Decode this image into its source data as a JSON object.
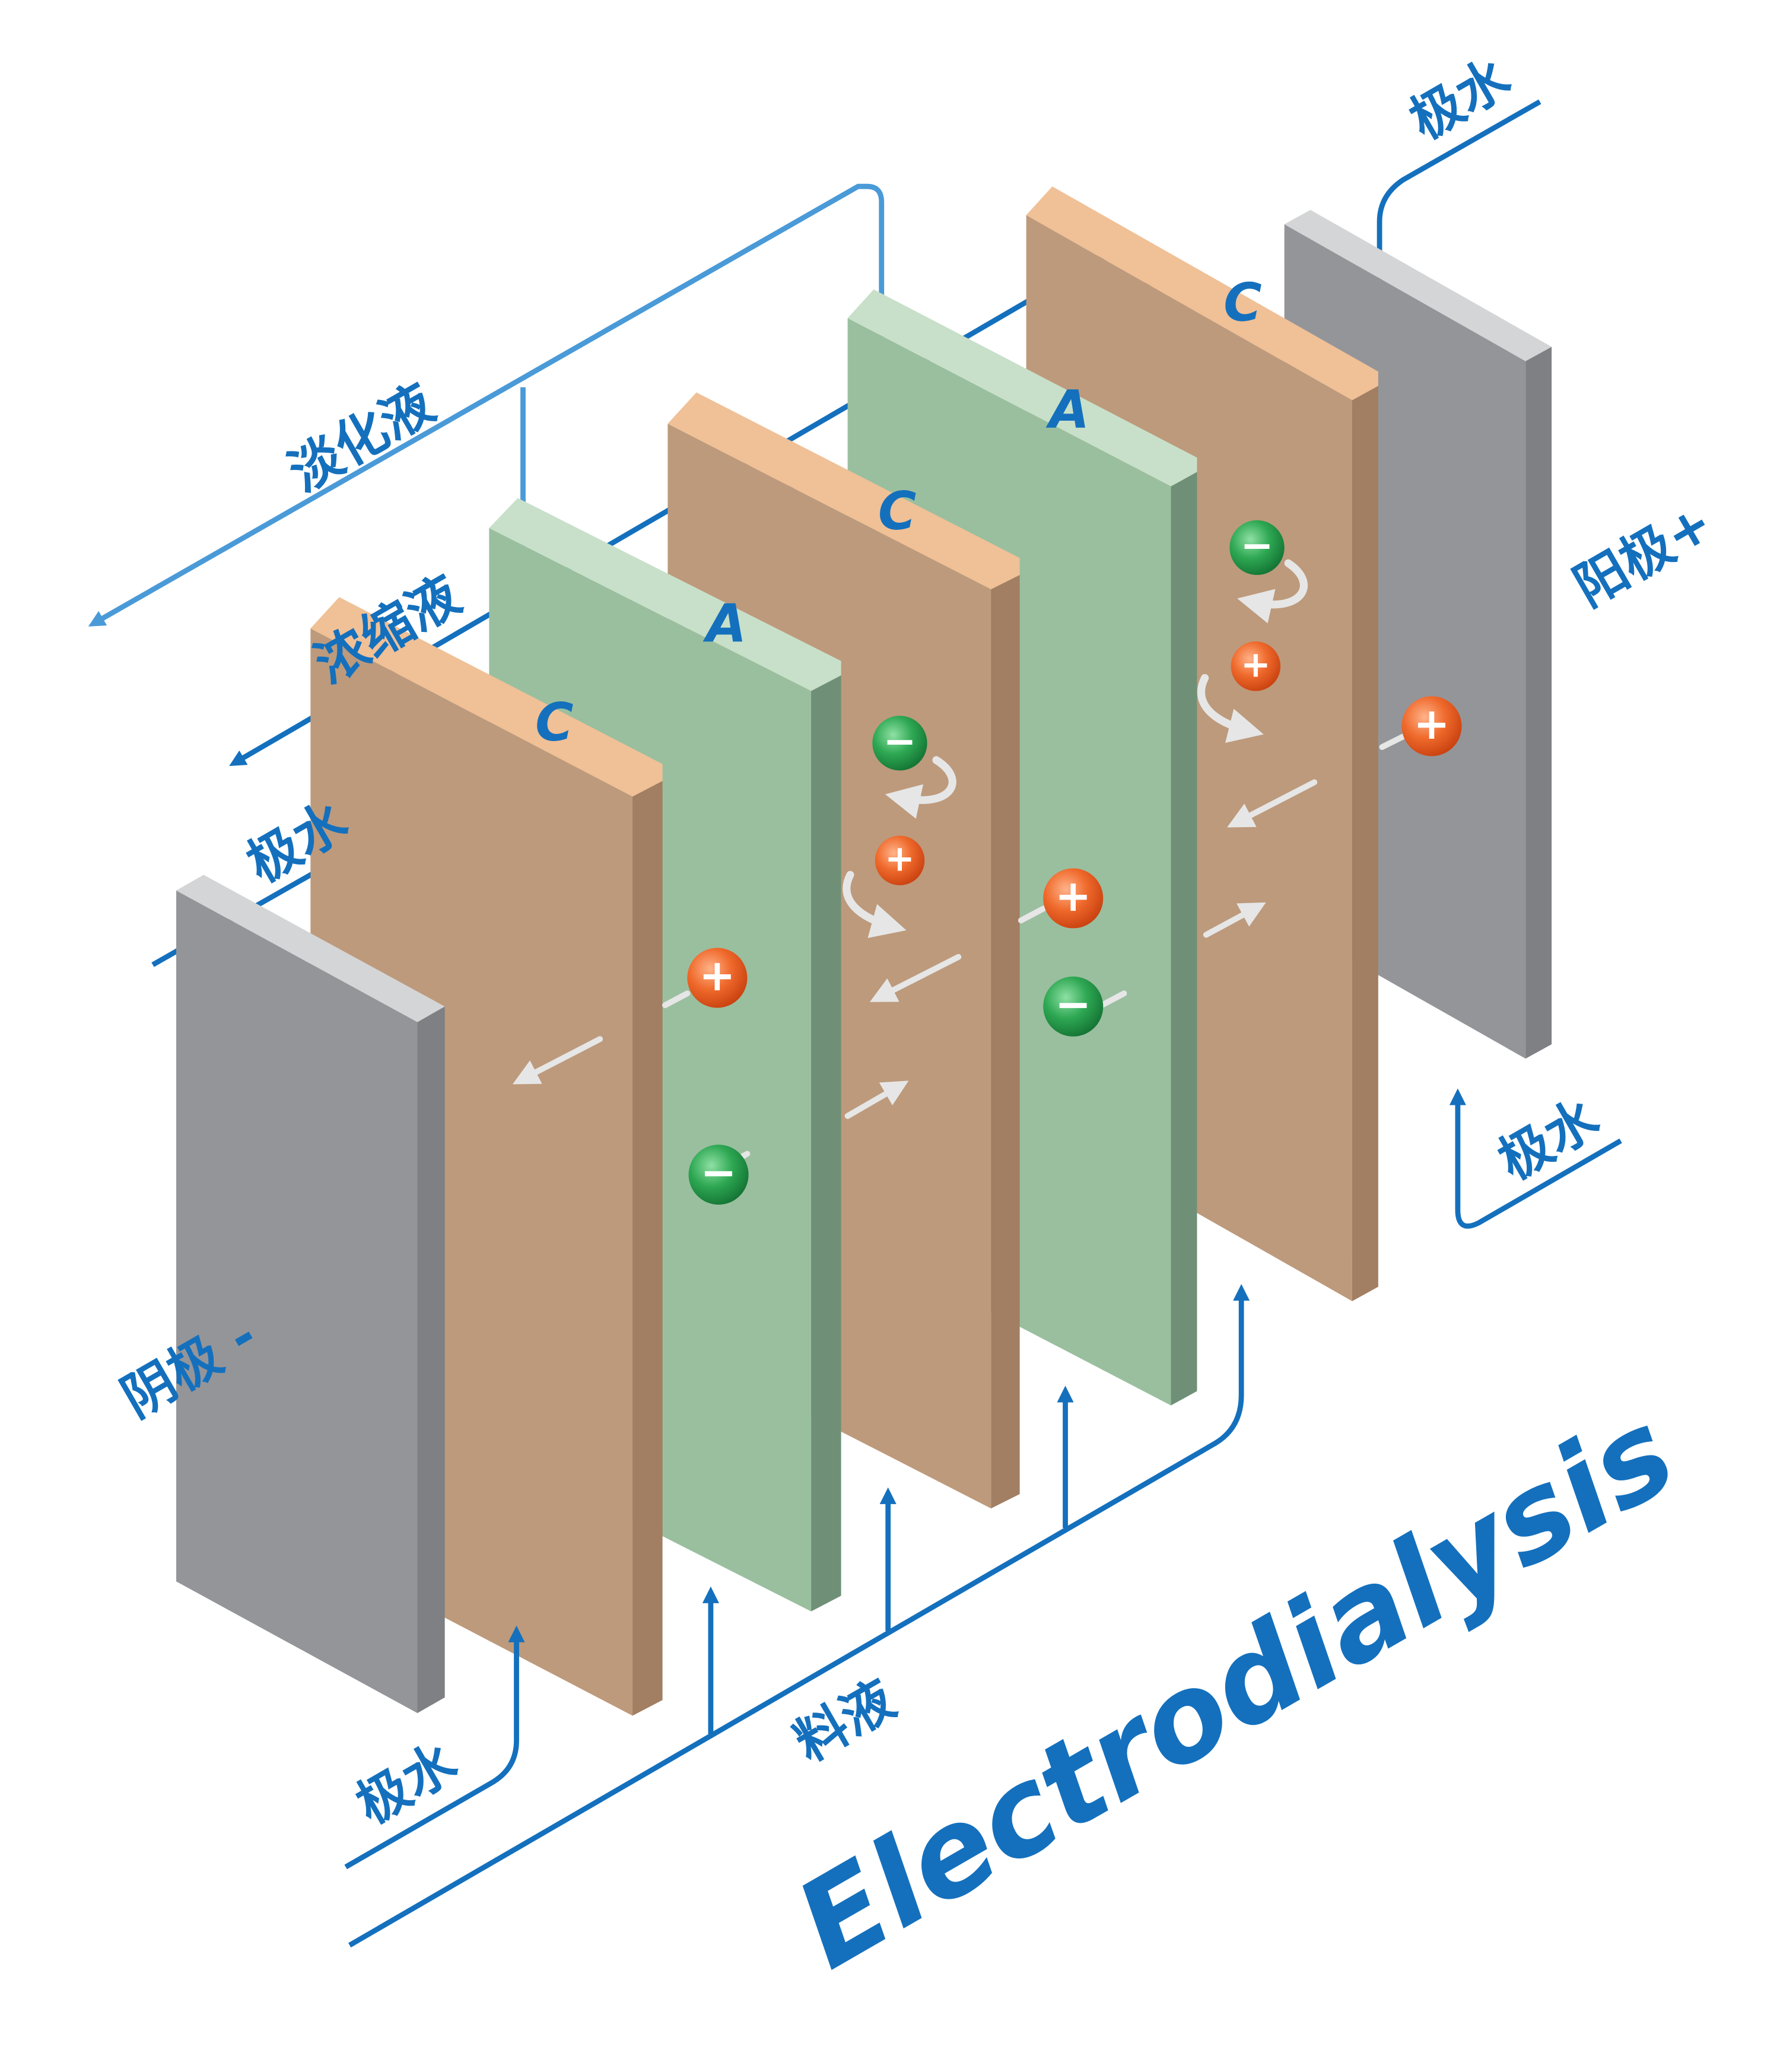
{
  "title": "Electrodialysis",
  "labels": {
    "dilute": "淡化液",
    "concentrate": "浓缩液",
    "feed": "料液",
    "anode": "阳极+",
    "cathode": "阴极 -",
    "electrode_water": "极水"
  },
  "membranes": {
    "cation": "C",
    "anion": "A"
  },
  "ions": {
    "cation": "+",
    "anion": "−"
  },
  "colors": {
    "flow": "#1470bd",
    "flow_light": "#4a9ad8",
    "cation_membrane": "#bd9a7c",
    "anion_membrane": "#9abf9f",
    "electrode": "#949599",
    "cation_ion": "#e8531f",
    "anion_ion": "#1f9a45"
  }
}
